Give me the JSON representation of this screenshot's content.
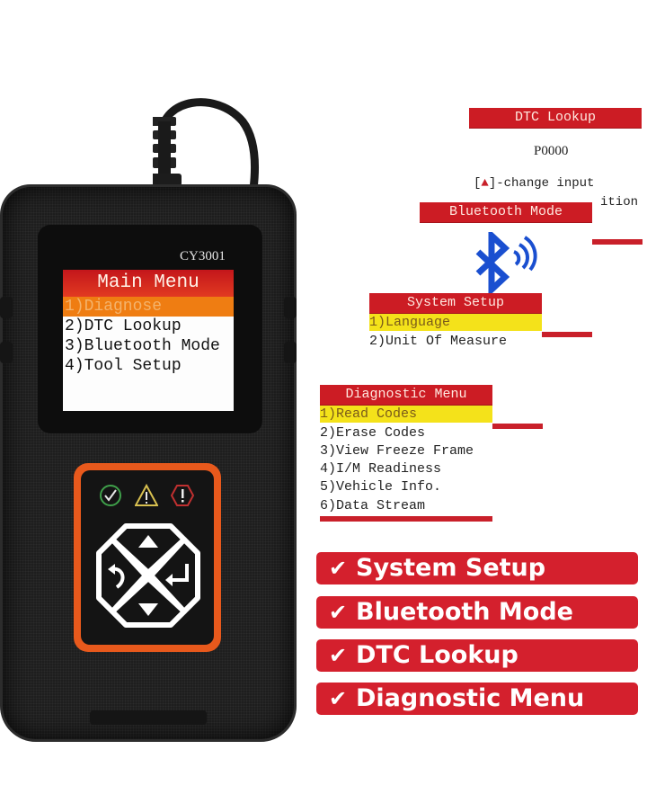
{
  "device": {
    "model": "CY3001",
    "screen": {
      "title": "Main Menu",
      "items": [
        "1)Diagnose",
        "2)DTC Lookup",
        "3)Bluetooth Mode",
        "4)Tool Setup"
      ],
      "selected_index": 0
    },
    "indicators": [
      "check-ok-icon",
      "warning-triangle-icon",
      "error-hexagon-icon"
    ],
    "keys": [
      "up-key",
      "down-key",
      "back-key",
      "enter-key"
    ],
    "colors": {
      "body": "#1e1e1e",
      "keypad_frame": "#e8591c",
      "screen_title": "#c3161b",
      "selection": "#ef7d12"
    }
  },
  "dtc_lookup": {
    "title": "DTC Lookup",
    "code": "P0000",
    "hint_up": "-change input",
    "hint_down_partial": "ition"
  },
  "bluetooth_mode": {
    "title": "Bluetooth Mode",
    "icon": "bluetooth-icon",
    "color": "#1a4fd0"
  },
  "system_setup": {
    "title": "System Setup",
    "items": [
      "1)Language",
      "2)Unit Of Measure"
    ],
    "selected_index": 0
  },
  "diagnostic_menu": {
    "title": "Diagnostic Menu",
    "items": [
      "1)Read Codes",
      "2)Erase Codes",
      "3)View Freeze Frame",
      "4)I/M Readiness",
      "5)Vehicle Info.",
      "6)Data Stream"
    ],
    "selected_index": 0
  },
  "features": [
    {
      "label": "System Setup"
    },
    {
      "label": "Bluetooth Mode"
    },
    {
      "label": "DTC Lookup"
    },
    {
      "label": "Diagnostic Menu"
    }
  ],
  "check_glyph": "✔",
  "colors": {
    "accent_red": "#cc1c24",
    "highlight_yellow": "#f4e21a",
    "feature_red": "#d4202d"
  }
}
